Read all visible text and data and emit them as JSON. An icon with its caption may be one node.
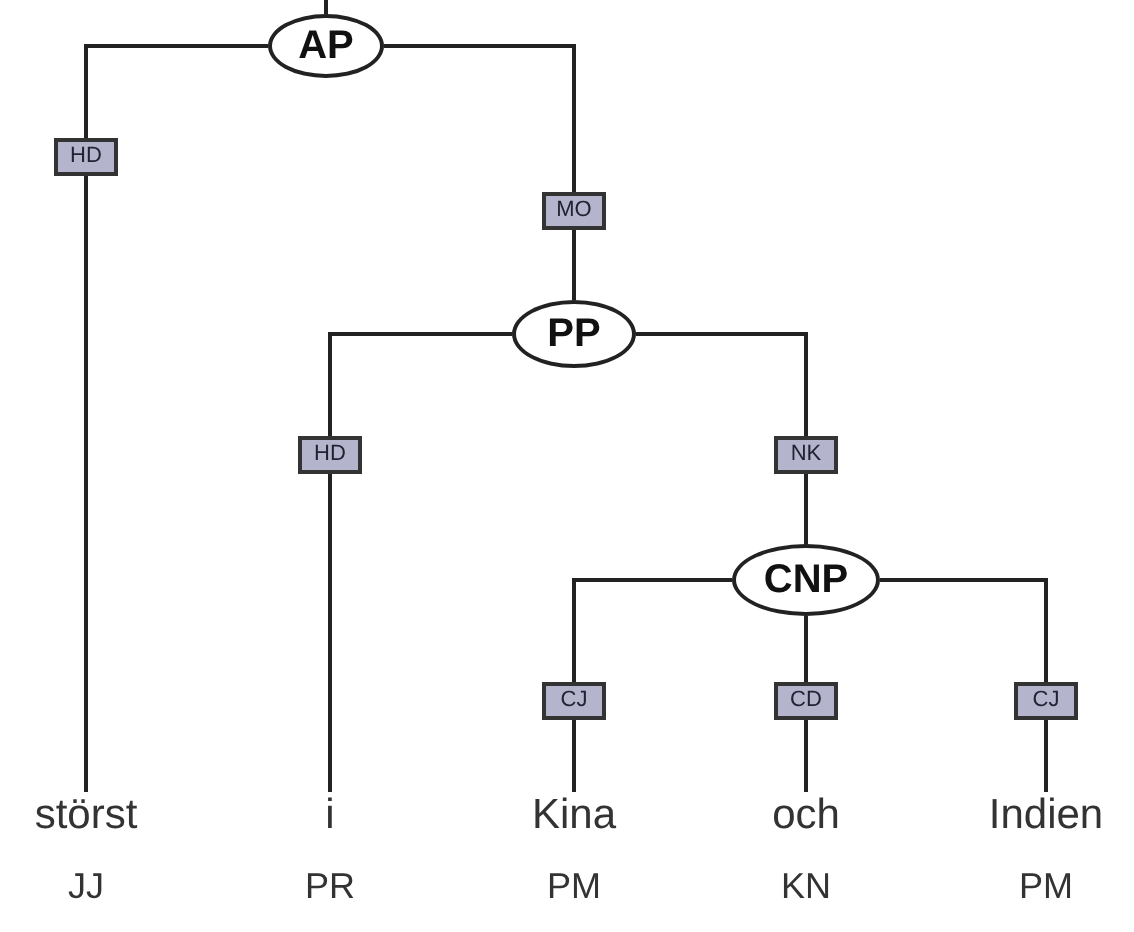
{
  "diagram": {
    "nodes": [
      {
        "text": [
          "AP"
        ]
      },
      {
        "text": [
          "störst"
        ],
        "beside": [
          "JJ"
        ]
      },
      {
        "text": [
          "PP"
        ]
      },
      {
        "text": [
          "i"
        ],
        "beside": [
          "PR"
        ]
      },
      {
        "text": [
          "CNP"
        ]
      },
      {
        "text": [
          "Kina"
        ],
        "beside": [
          "PM"
        ]
      },
      {
        "text": [
          "och"
        ],
        "beside": [
          "KN"
        ]
      },
      {
        "text": [
          "Indien"
        ],
        "beside": [
          "PM"
        ]
      }
    ],
    "edges": [
      {
        "from": null,
        "to": 0,
        "arrow": "none"
      },
      {
        "from": 0,
        "to": 1,
        "arrow": "none",
        "label": "HD"
      },
      {
        "from": 0,
        "to": 2,
        "arrow": "none",
        "label": "MO"
      },
      {
        "from": 2,
        "to": 3,
        "arrow": "none",
        "label": "HD"
      },
      {
        "from": 2,
        "to": 4,
        "arrow": "none",
        "label": "NK"
      },
      {
        "from": 4,
        "to": 5,
        "arrow": "none",
        "label": "CJ"
      },
      {
        "from": 4,
        "to": 6,
        "arrow": "none",
        "label": "CD"
      },
      {
        "from": 4,
        "to": 7,
        "arrow": "none",
        "label": "CJ"
      }
    ]
  }
}
